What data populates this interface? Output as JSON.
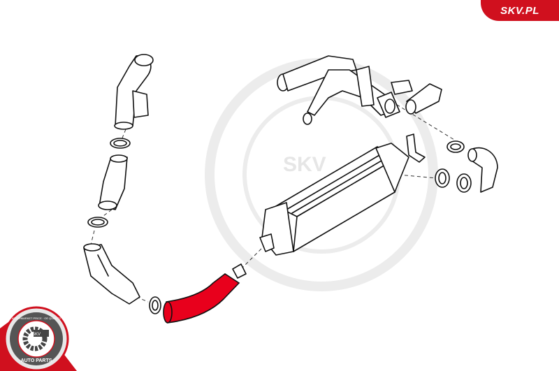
{
  "brand": {
    "site_label": "SKV.PL",
    "accent_color": "#d0101e"
  },
  "badge": {
    "top_text": "AFTERMARKET PRICE · OE QUALITY",
    "center_text": "SKV",
    "bottom_text": "AUTO PARTS"
  },
  "watermark": {
    "text": "SKV"
  },
  "diagram": {
    "highlighted_part": "intercooler-hose",
    "highlight_color": "#e8001c"
  }
}
